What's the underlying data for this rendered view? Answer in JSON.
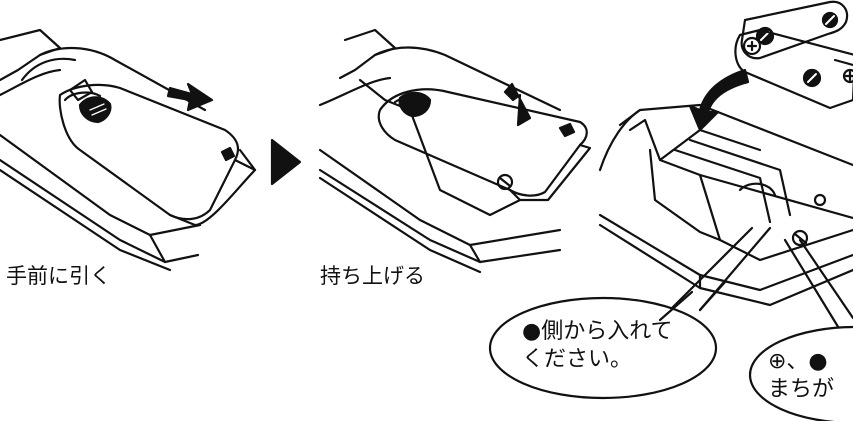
{
  "steps": [
    {
      "caption": "手前に引く"
    },
    {
      "caption": "持ち上げる"
    }
  ],
  "callouts": {
    "direction": {
      "line1": "●側から入れて",
      "line2": "ください。"
    },
    "polarity": {
      "line1": "⊕、●",
      "line2": "まちが"
    }
  },
  "colors": {
    "ink": "#111111",
    "paper": "#ffffff"
  }
}
